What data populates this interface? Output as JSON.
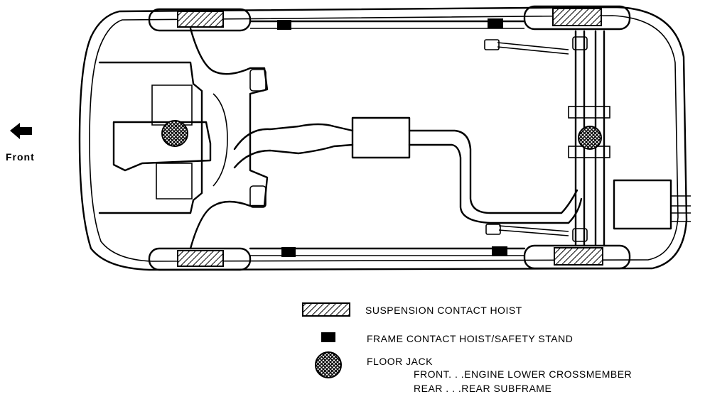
{
  "front_label": "Front",
  "legend": {
    "suspension_contact_hoist": "SUSPENSION CONTACT HOIST",
    "frame_contact_hoist": "FRAME CONTACT HOIST/SAFETY STAND",
    "floor_jack": "FLOOR JACK",
    "floor_jack_front": "FRONT. . .ENGINE LOWER CROSSMEMBER",
    "floor_jack_rear": "REAR . . .REAR SUBFRAME"
  },
  "colors": {
    "ink": "#000000",
    "paper": "#ffffff"
  },
  "icons": {
    "front_arrow": "left-arrow-icon",
    "suspension_pad": "hatched-pad-icon",
    "frame_pad": "solid-block-icon",
    "floor_jack": "crosshatch-circle-icon"
  }
}
